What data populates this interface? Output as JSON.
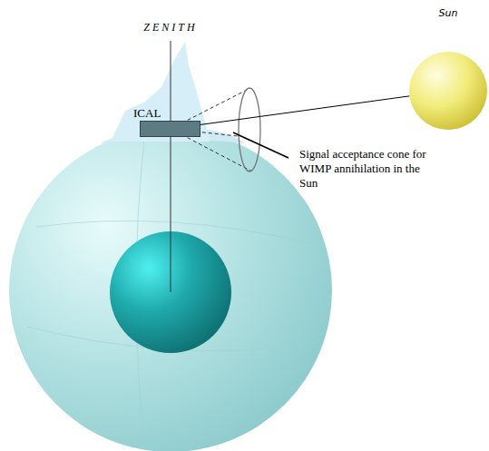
{
  "diagram": {
    "nodes": [
      {
        "text": [
          "ICAL"
        ]
      },
      {
        "text": [
          "Sun"
        ]
      }
    ],
    "edges": [
      {
        "from": 0,
        "to": 1,
        "arrow": "none"
      }
    ],
    "labels": [
      "ZENITH",
      "Signal acceptance cone for WIMP annihilation in the Sun"
    ]
  }
}
